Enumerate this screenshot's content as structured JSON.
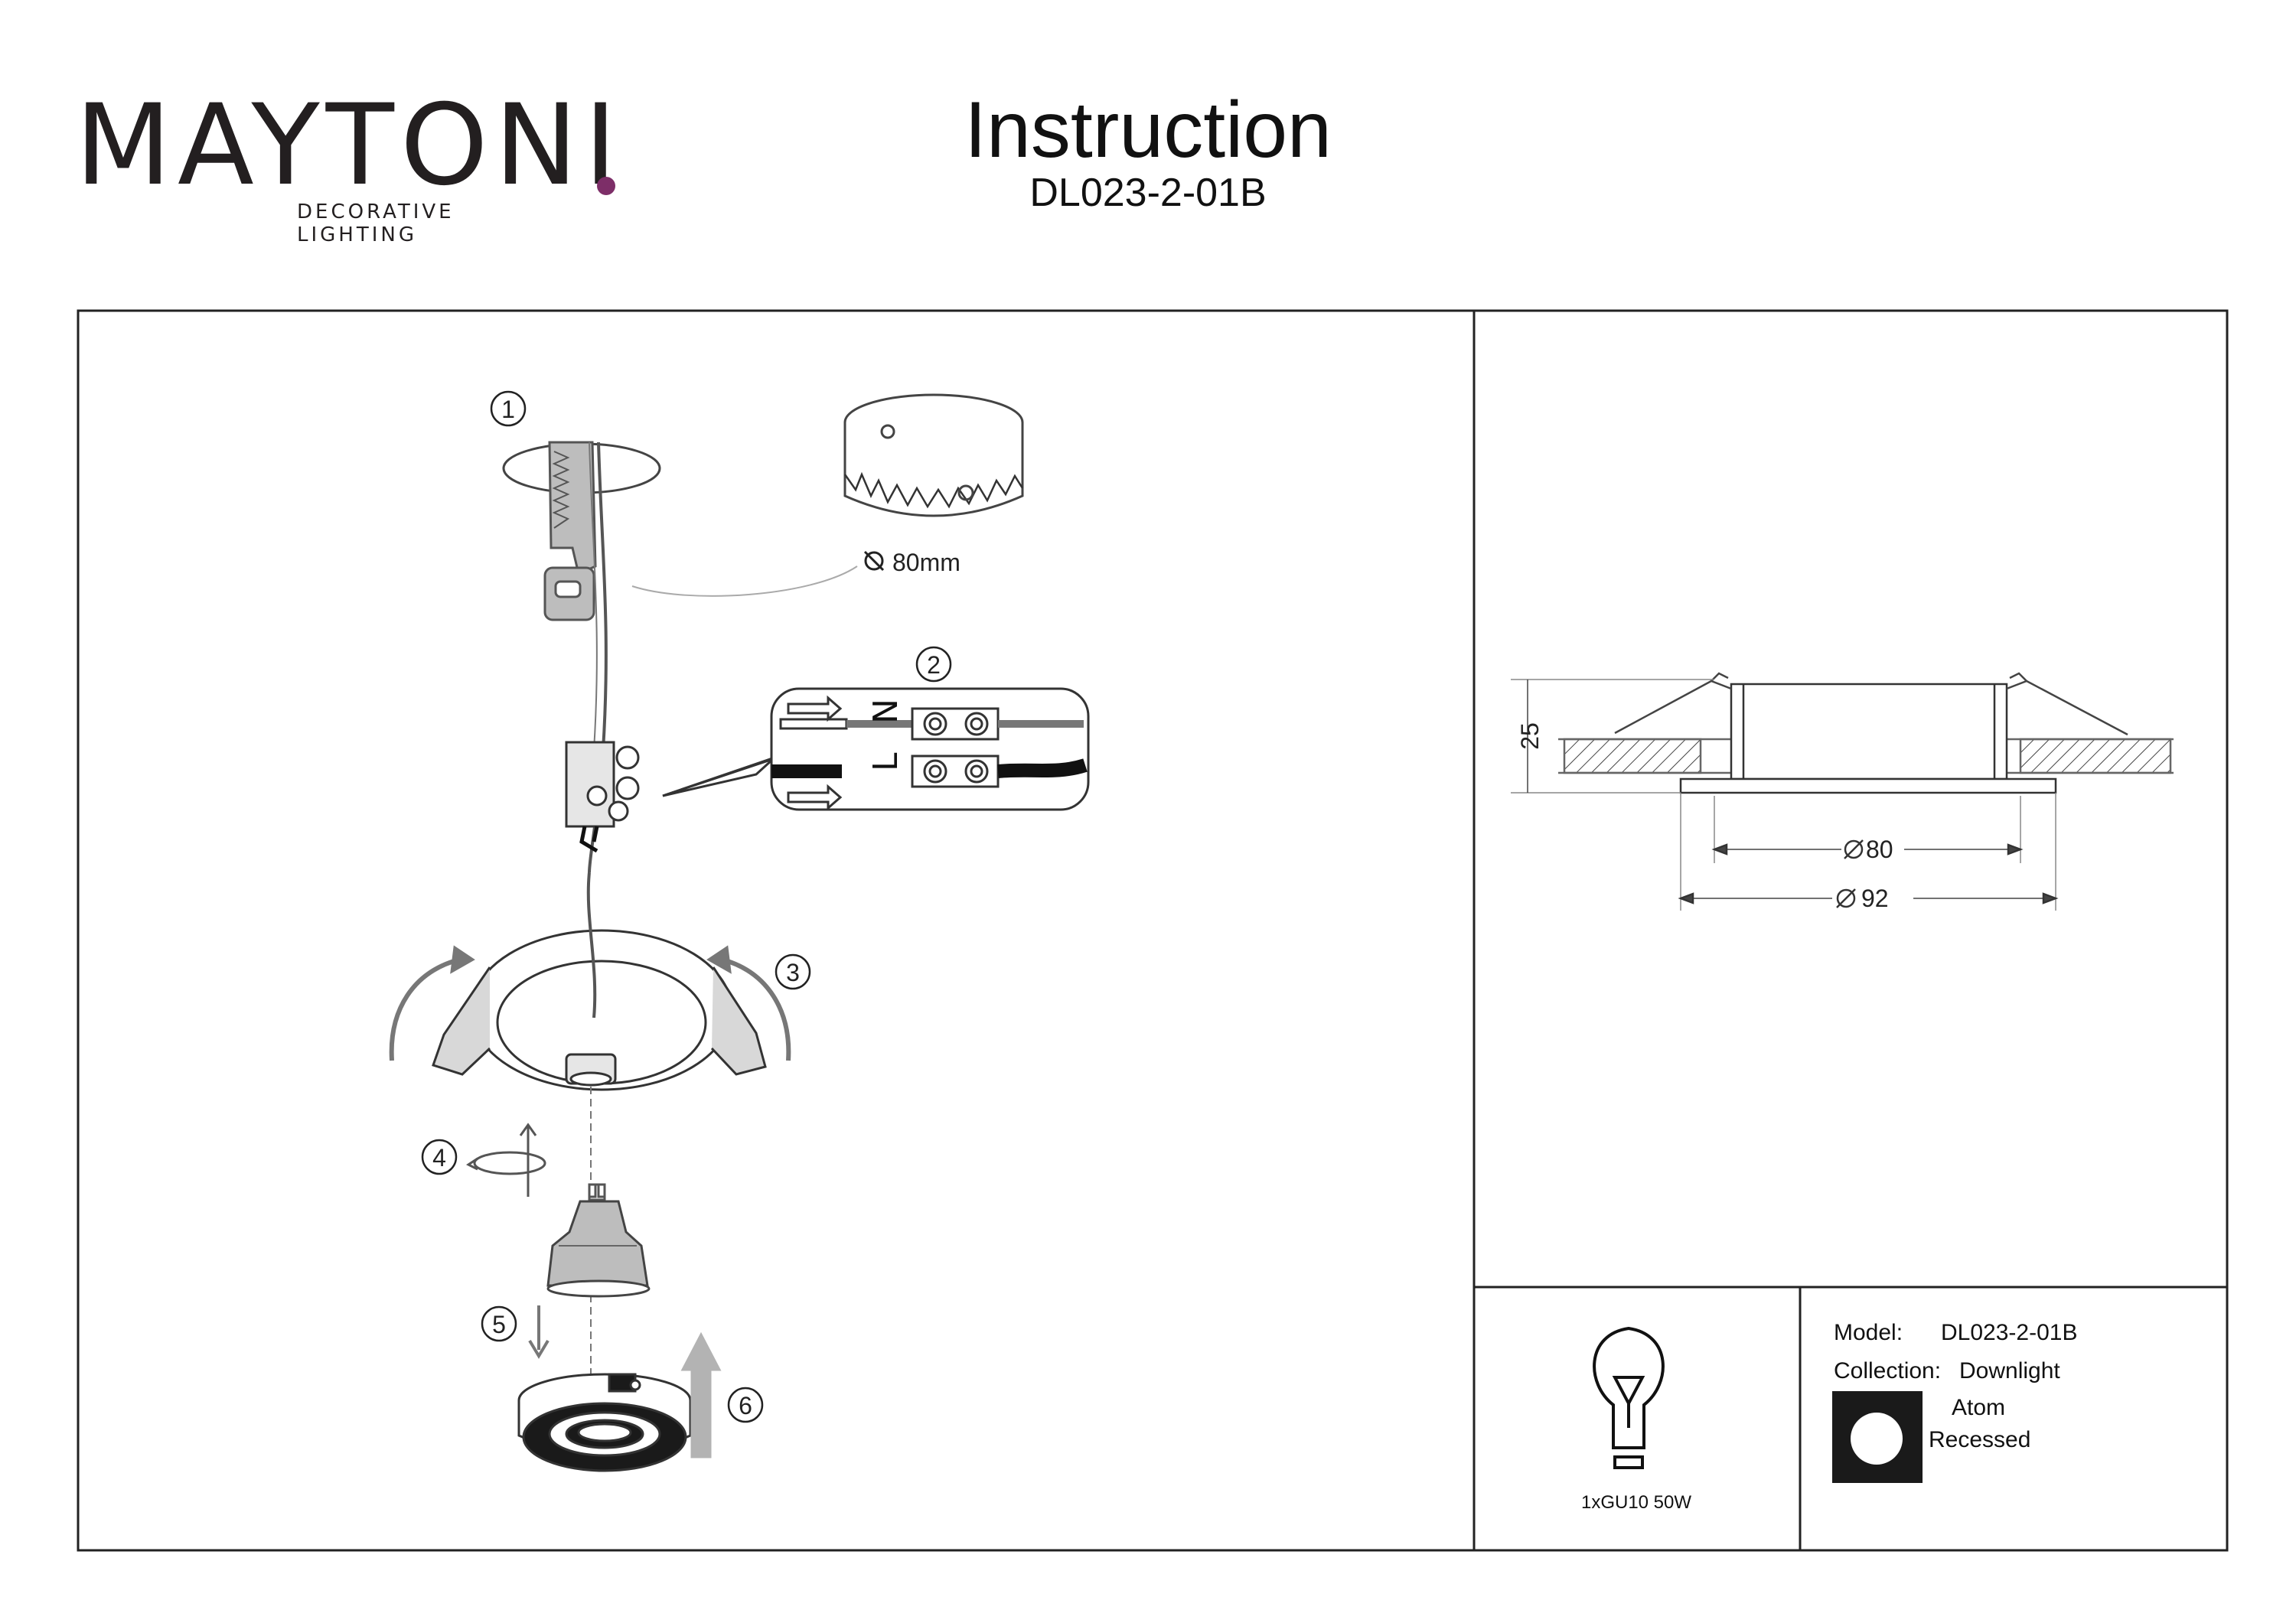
{
  "brand": {
    "name": "MAYTONI",
    "tagline": "DECORATIVE LIGHTING",
    "accent_color": "#7d2e68"
  },
  "header": {
    "title": "Instruction",
    "model": "DL023-2-01B"
  },
  "steps": [
    "1",
    "2",
    "3",
    "4",
    "5",
    "6"
  ],
  "installation": {
    "cutout_label": "80mm",
    "terminal_labels": [
      "N",
      "L"
    ]
  },
  "dimensions": {
    "height": "25",
    "cutout_diameter": "80",
    "outer_diameter": "92"
  },
  "lamp": {
    "spec": "1xGU10 50W",
    "icon": "bulb-icon"
  },
  "info": {
    "model_label": "Model:",
    "model_value": "DL023-2-01B",
    "collection_label": "Collection:",
    "collection_value": "Downlight",
    "name": "Atom",
    "type": "Recessed",
    "type_icon": "recessed-icon"
  }
}
